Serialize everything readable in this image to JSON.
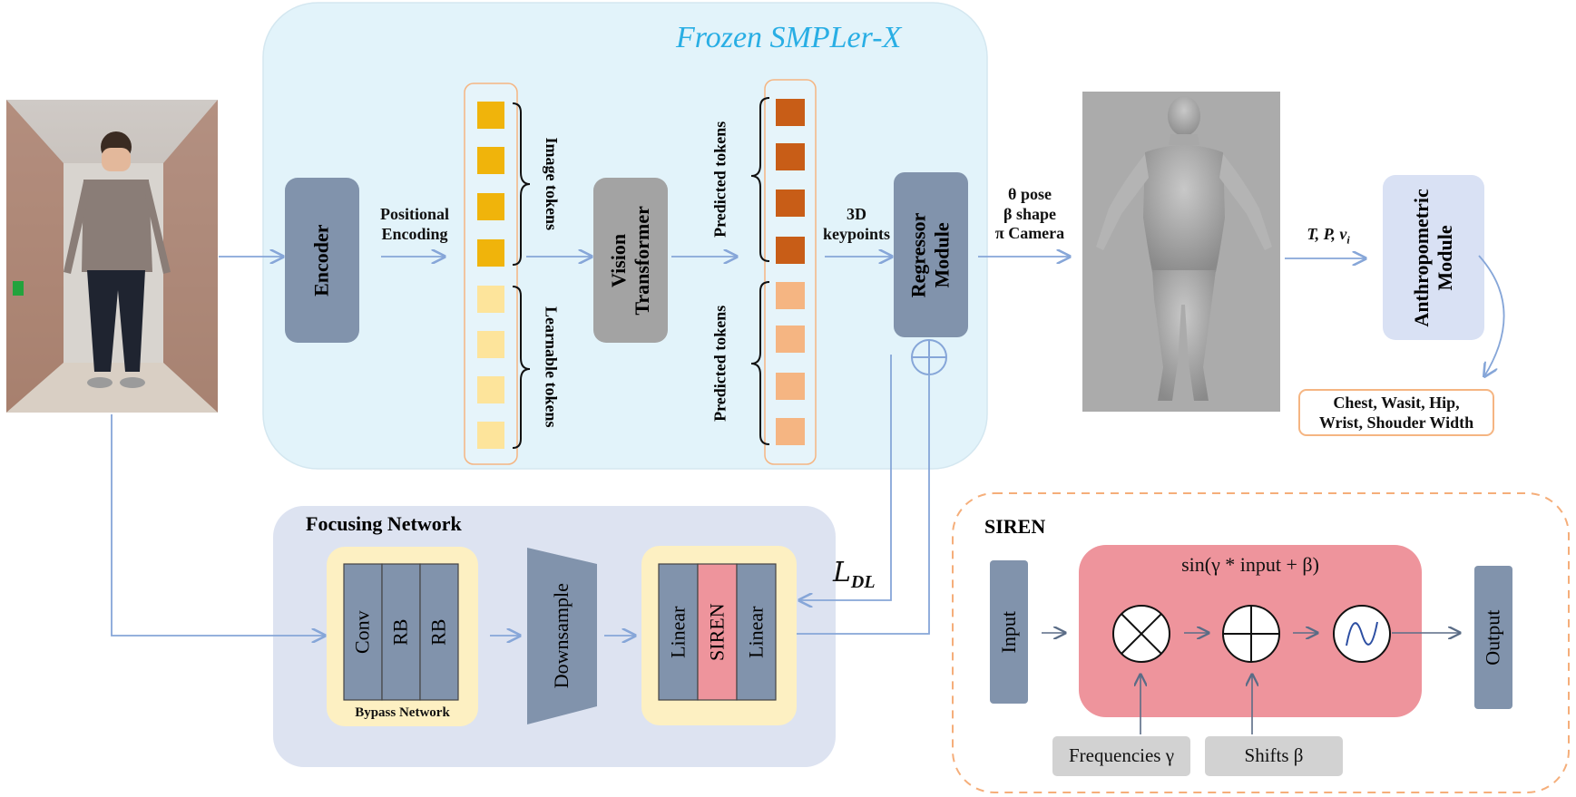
{
  "frozen_title": "Frozen SMPLer-X",
  "encoder": "Encoder",
  "positional_encoding": [
    "Positional",
    "Encoding"
  ],
  "image_tokens": "Image tokens",
  "learnable_tokens": "Learnable tokens",
  "vision_transformer": [
    "Vision",
    "Transformer"
  ],
  "predicted_tokens_top": "Predicted tokens",
  "predicted_tokens_bottom": "Predicted tokens",
  "keypoints": [
    "3D",
    "keypoints"
  ],
  "regressor": [
    "Regressor",
    "Module"
  ],
  "outputs": [
    "θ pose",
    "β shape",
    "π Camera"
  ],
  "tpv": "T, P, v",
  "tpv_sub": "i",
  "anthropometric": [
    "Anthropometric",
    "Module"
  ],
  "measurements": [
    "Chest, Wasit, Hip,",
    "Wrist, Shouder Width"
  ],
  "focusing_title": "Focusing Network",
  "bypass": {
    "conv": "Conv",
    "rb1": "RB",
    "rb2": "RB",
    "label": "Bypass Network"
  },
  "downsample": "Downsample",
  "siren_block": {
    "linear1": "Linear",
    "siren": "SIREN",
    "linear2": "Linear"
  },
  "loss": "L",
  "loss_sub": "DL",
  "siren_panel": {
    "title": "SIREN",
    "formula": "sin(γ * input + β)",
    "input": "Input",
    "output": "Output",
    "frequencies": "Frequencies γ",
    "shifts": "Shifts β"
  },
  "colors": {
    "frozen_bg": "#e2f3fa",
    "focus_bg": "#dde3f1",
    "module": "#8193ac",
    "vit": "#a3a3a3",
    "image_token": "#f0b40b",
    "learnable_token": "#fde49b",
    "pred_dark": "#c85d17",
    "pred_light": "#f5b582",
    "siren_pink": "#ee949c",
    "arrow": "#86a6d8",
    "title_blue": "#29aee4"
  }
}
